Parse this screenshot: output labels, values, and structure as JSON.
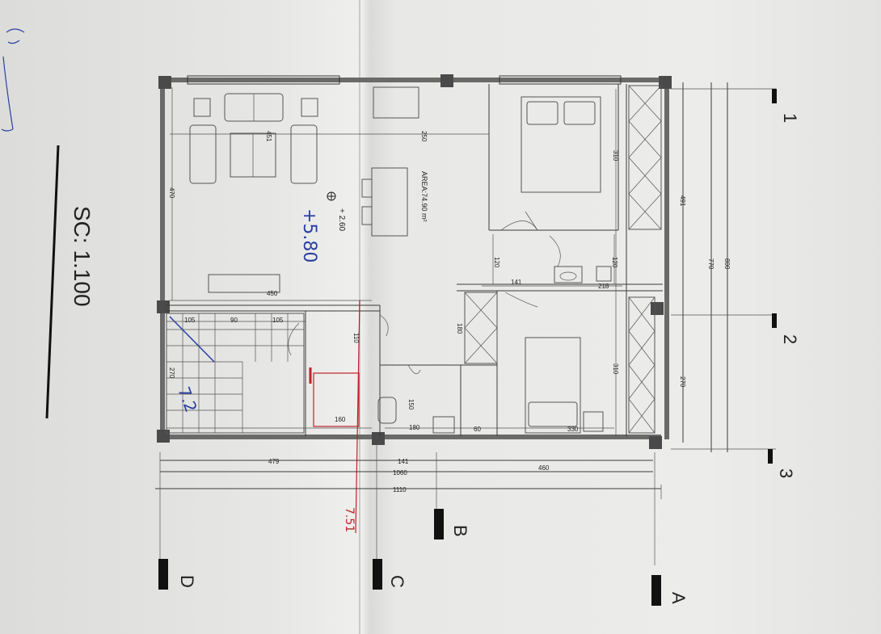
{
  "plan": {
    "scale_label": "SC: 1.100",
    "area_label": "AREA:74.90 m²",
    "level_label": "+ 2.60",
    "handwritten_level": "+5.80",
    "handwritten_red": "7.51",
    "handwritten_stair": "7.2"
  },
  "axes": {
    "rows": [
      "1",
      "2",
      "3"
    ],
    "cols": [
      "A",
      "B",
      "C",
      "D"
    ]
  },
  "dimensions": {
    "d451": "451",
    "d250": "250",
    "d310a": "310",
    "d310b": "310",
    "d491": "491",
    "d770": "770",
    "d800": "800",
    "d270": "270",
    "d470": "470",
    "d450": "450",
    "d120a": "120",
    "d120b": "120",
    "d141a": "141",
    "d218": "218",
    "d105a": "105",
    "d90": "90",
    "d105b": "105",
    "d270b": "270",
    "d160": "160",
    "d110": "110",
    "d150": "150",
    "d180": "180",
    "d60": "60",
    "d330": "330",
    "d479": "479",
    "d141b": "141",
    "d1060": "1060",
    "d460": "460",
    "d1110": "1110",
    "d180b": "180"
  },
  "colors": {
    "ink_blue": "#2a3fa0",
    "ink_red": "#c0202a",
    "paper": "#e8e8e6"
  }
}
